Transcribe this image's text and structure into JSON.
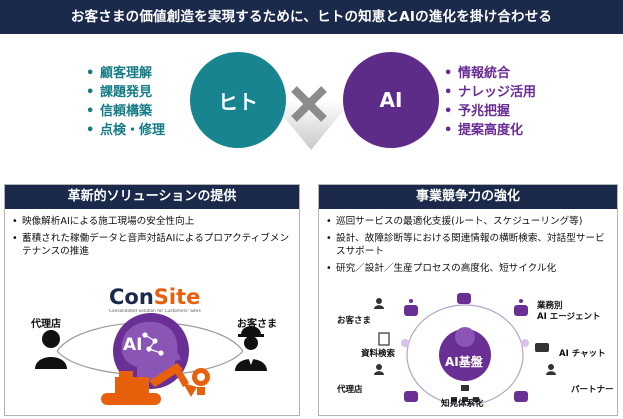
{
  "banner": {
    "title": "お客さまの価値創造を実現するために、ヒトの知恵とAIの進化を掛け合わせる"
  },
  "hito": {
    "label": "ヒト",
    "items": [
      "顧客理解",
      "課題発見",
      "信頼構築",
      "点検・修理"
    ],
    "color": "#178490"
  },
  "ai": {
    "label": "AI",
    "items": [
      "情報統合",
      "ナレッジ活用",
      "予兆把握",
      "提案高度化"
    ],
    "color": "#5d2b88"
  },
  "left_panel": {
    "title": "革新的ソリューションの提供",
    "items": [
      "映像解析AIによる施工現場の安全性向上",
      "蓄積された稼働データと音声対話AIによるプロアクティブメンテナンスの推進"
    ],
    "dealer_label": "代理店",
    "customer_label": "お客さま",
    "brand_con": "Con",
    "brand_site": "Site",
    "brand_tagline": "Consolidated Solution for Customers' Sites",
    "ai_label": "AI"
  },
  "right_panel": {
    "title": "事業競争力の強化",
    "items": [
      "巡回サービスの最適化支援(ルート、スケジューリング等)",
      "設計、故障診断等における関連情報の横断検索、対話型サービスサポート",
      "研究／設計／生産プロセスの高度化、短サイクル化"
    ],
    "hub_label": "AI基盤",
    "customer_label": "お客さま",
    "agent_label_1": "業務別",
    "agent_label_2": "AI エージェント",
    "search_label": "資料検索",
    "chat_label": "AI チャット",
    "dealer_label": "代理店",
    "knowledge_label": "知見体系化",
    "partner_label": "パートナー"
  }
}
